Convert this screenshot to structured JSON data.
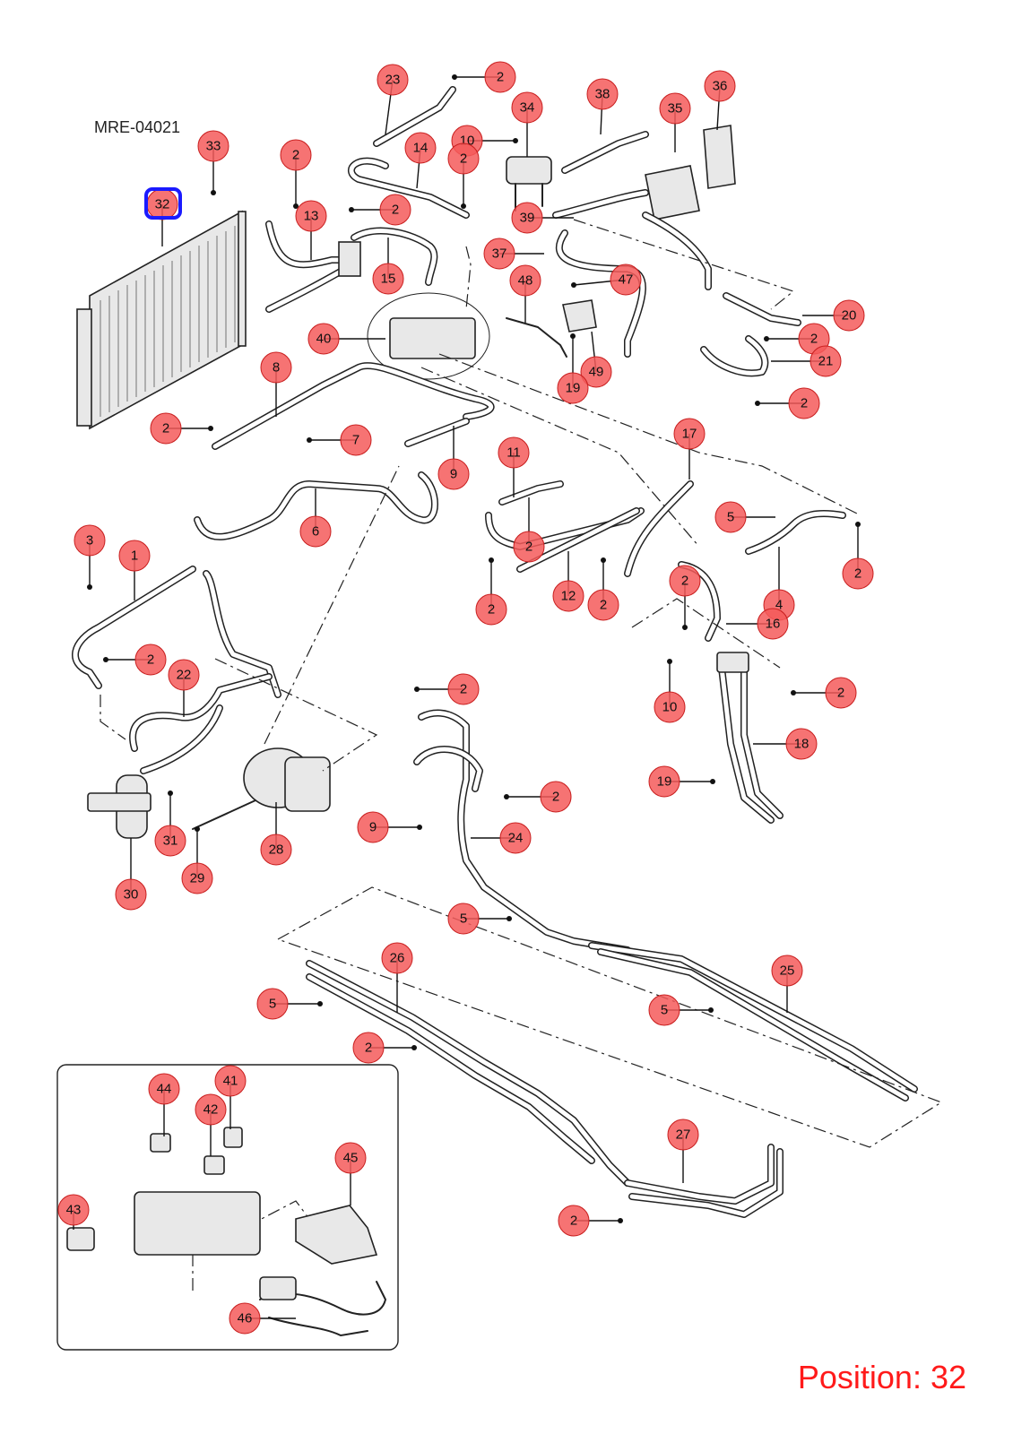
{
  "diagram_code": "MRE-04021",
  "position_label": "Position: 32",
  "selected_part": "32",
  "colors": {
    "callout_fill": "#f45a5a",
    "highlight": "#1a1aff",
    "position_text": "#ff1a1a"
  },
  "callouts": [
    {
      "label": "23"
    },
    {
      "label": "2"
    },
    {
      "label": "38"
    },
    {
      "label": "36"
    },
    {
      "label": "34"
    },
    {
      "label": "35"
    },
    {
      "label": "33"
    },
    {
      "label": "2"
    },
    {
      "label": "14"
    },
    {
      "label": "10"
    },
    {
      "label": "2"
    },
    {
      "label": "32"
    },
    {
      "label": "2"
    },
    {
      "label": "13"
    },
    {
      "label": "39"
    },
    {
      "label": "37"
    },
    {
      "label": "47"
    },
    {
      "label": "15"
    },
    {
      "label": "48"
    },
    {
      "label": "20"
    },
    {
      "label": "40"
    },
    {
      "label": "2"
    },
    {
      "label": "21"
    },
    {
      "label": "8"
    },
    {
      "label": "49"
    },
    {
      "label": "19"
    },
    {
      "label": "2"
    },
    {
      "label": "2"
    },
    {
      "label": "7"
    },
    {
      "label": "17"
    },
    {
      "label": "11"
    },
    {
      "label": "9"
    },
    {
      "label": "6"
    },
    {
      "label": "5"
    },
    {
      "label": "3"
    },
    {
      "label": "1"
    },
    {
      "label": "2"
    },
    {
      "label": "2"
    },
    {
      "label": "2"
    },
    {
      "label": "4"
    },
    {
      "label": "2"
    },
    {
      "label": "12"
    },
    {
      "label": "2"
    },
    {
      "label": "16"
    },
    {
      "label": "2"
    },
    {
      "label": "22"
    },
    {
      "label": "2"
    },
    {
      "label": "10"
    },
    {
      "label": "2"
    },
    {
      "label": "18"
    },
    {
      "label": "19"
    },
    {
      "label": "2"
    },
    {
      "label": "31"
    },
    {
      "label": "9"
    },
    {
      "label": "24"
    },
    {
      "label": "28"
    },
    {
      "label": "29"
    },
    {
      "label": "30"
    },
    {
      "label": "5"
    },
    {
      "label": "25"
    },
    {
      "label": "26"
    },
    {
      "label": "5"
    },
    {
      "label": "5"
    },
    {
      "label": "2"
    },
    {
      "label": "41"
    },
    {
      "label": "44"
    },
    {
      "label": "42"
    },
    {
      "label": "45"
    },
    {
      "label": "27"
    },
    {
      "label": "43"
    },
    {
      "label": "2"
    },
    {
      "label": "46"
    }
  ]
}
